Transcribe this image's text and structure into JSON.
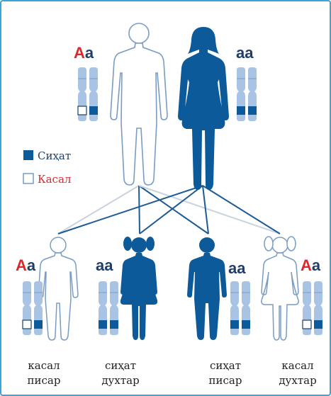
{
  "colors": {
    "healthy": "#0d5a9a",
    "sick_fill": "#ffffff",
    "sick_stroke": "#7a9cc4",
    "chromosome": "#a9c3e4",
    "dominant_letter": "#e0262b",
    "recessive_letter": "#1f3f6a",
    "frame": "#3ba4d8",
    "line_healthy": "#1d5a96",
    "line_sick": "#b9c7da"
  },
  "parents": [
    {
      "id": "father",
      "allele_dominant": "A",
      "allele_recessive": "a",
      "status": "sick"
    },
    {
      "id": "mother",
      "allele_dominant": "",
      "allele_recessive": "aa",
      "status": "healthy"
    }
  ],
  "legend": {
    "healthy_label": "Сиҳат",
    "sick_label": "Касал"
  },
  "children": [
    {
      "id": "child-1",
      "allele_dominant": "A",
      "allele_recessive": "a",
      "status": "sick",
      "label_line1": "касал",
      "label_line2": "писар"
    },
    {
      "id": "child-2",
      "allele_dominant": "",
      "allele_recessive": "aa",
      "status": "healthy",
      "label_line1": "сиҳат",
      "label_line2": "духтар"
    },
    {
      "id": "child-3",
      "allele_dominant": "",
      "allele_recessive": "aa",
      "status": "healthy",
      "label_line1": "сиҳат",
      "label_line2": "писар"
    },
    {
      "id": "child-4",
      "allele_dominant": "A",
      "allele_recessive": "a",
      "status": "sick",
      "label_line1": "касал",
      "label_line2": "духтар"
    }
  ]
}
